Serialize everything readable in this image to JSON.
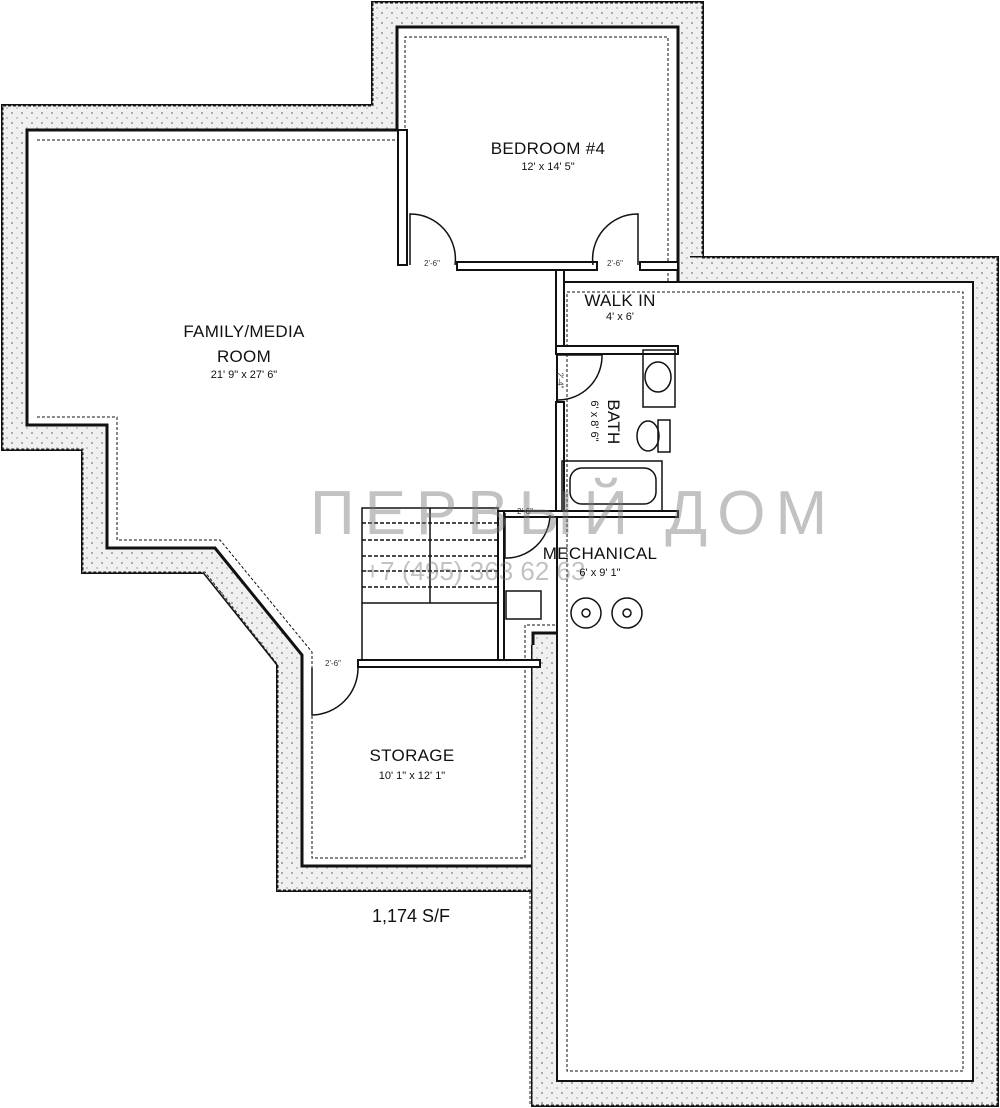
{
  "rooms": {
    "bedroom": {
      "name": "BEDROOM #4",
      "size": "12' x 14' 5\""
    },
    "family": {
      "name_line1": "FAMILY/MEDIA",
      "name_line2": "ROOM",
      "size": "21' 9\" x 27' 6\""
    },
    "walkin": {
      "name": "WALK IN",
      "size": "4' x 6'"
    },
    "bath": {
      "name": "BATH",
      "size": "6' x 8' 6\""
    },
    "mechanical": {
      "name": "MECHANICAL",
      "size": "6' x 9' 1\""
    },
    "storage": {
      "name": "STORAGE",
      "size": "10' 1\" x 12' 1\""
    }
  },
  "doors": {
    "bedroom": "2'-6\"",
    "walkin": "2'-6\"",
    "bath": "2'-4\"",
    "mechanical": "2'-6\"",
    "storage": "2'-6\""
  },
  "total_area": "1,174 S/F",
  "watermark": {
    "phone": "+7 (495) 363 62 63",
    "logo": "ПЕРВЫЙ ДОМ"
  },
  "colors": {
    "wall": "#111111",
    "concrete": "#e4e4e4"
  }
}
